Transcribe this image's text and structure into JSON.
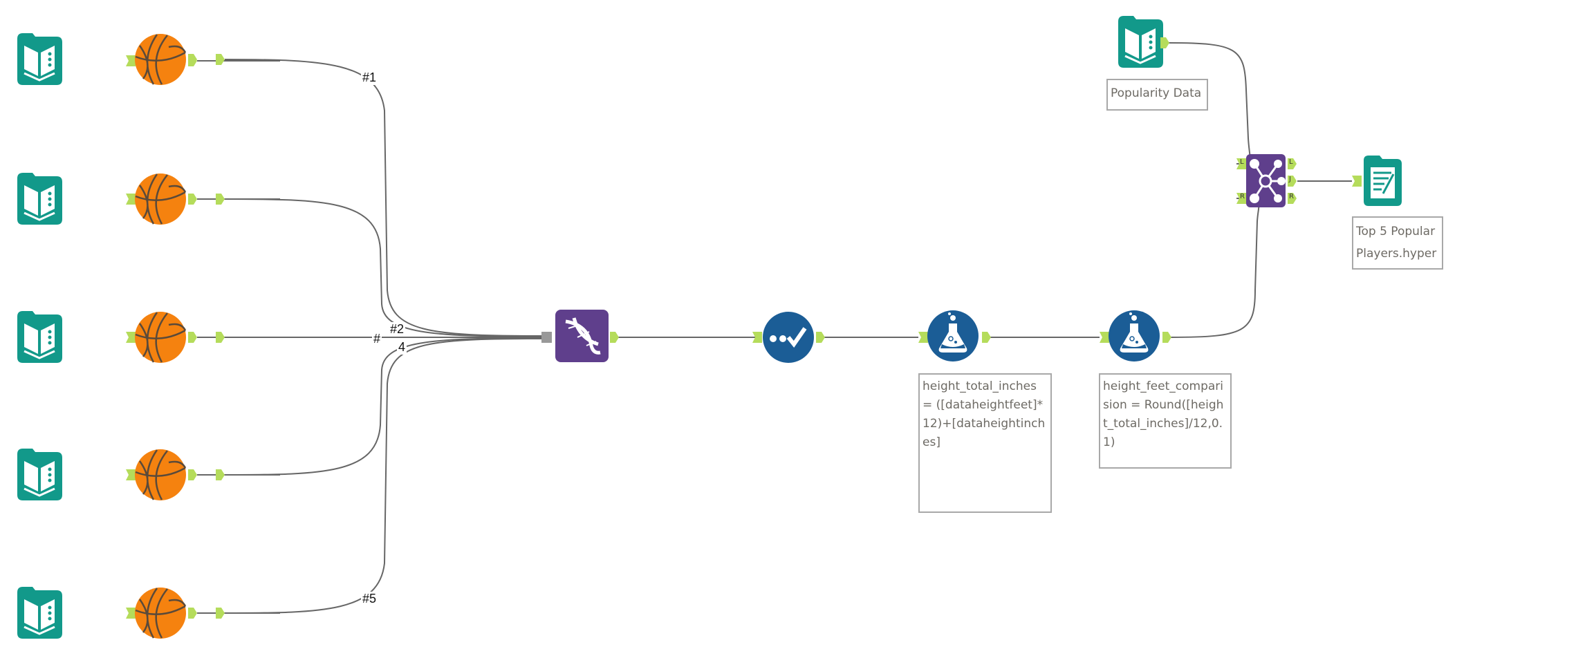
{
  "colors": {
    "input_tool": "#12998a",
    "basketball": "#f5820f",
    "union": "#5f3f8c",
    "select": "#1b5d96",
    "formula": "#1b5d96",
    "join": "#5f3f8c",
    "output_tool": "#12998a",
    "anchor": "#b5dc5b",
    "connection": "#666666"
  },
  "connections": {
    "label_1": "#1",
    "label_2": "#2",
    "label_3": "#",
    "label_4": "4",
    "label_5": "#5"
  },
  "formula1": {
    "annotation": "height_total_inches = ([dataheightfeet]*12)+[dataheightinches]"
  },
  "formula2": {
    "annotation": "height_feet_comparision = Round([height_total_inches]/12,0.1)"
  },
  "popularity_input": {
    "annotation": "Popularity Data"
  },
  "join": {
    "anchor_left": "L",
    "anchor_right": "R",
    "out_left": "L",
    "out_join": "J",
    "out_right": "R"
  },
  "output": {
    "annotation": "Top 5 Popular Players.hyper"
  }
}
